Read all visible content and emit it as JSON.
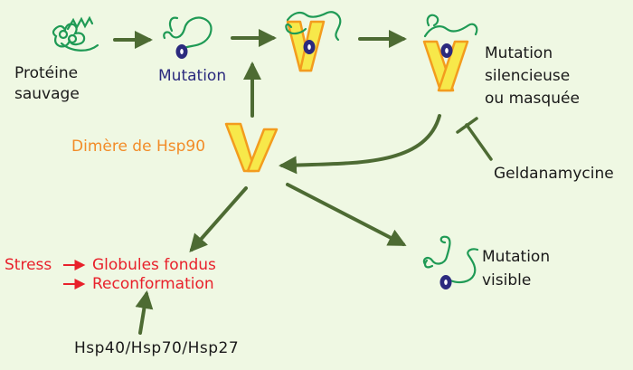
{
  "labels": {
    "wild_protein_line1": "Protéine",
    "wild_protein_line2": "sauvage",
    "mutation": "Mutation",
    "hsp90_dimer": "Dimère de Hsp90",
    "silent_line1": "Mutation",
    "silent_line2": "silencieuse",
    "silent_line3": "ou masquée",
    "geldanamycin": "Geldanamycine",
    "stress": "Stress",
    "molten_globules": "Globules fondus",
    "refolding": "Reconformation",
    "chaperones": "Hsp40/Hsp70/Hsp27",
    "visible_line1": "Mutation",
    "visible_line2": "visible"
  },
  "colors": {
    "background": "#EFF8E3",
    "arrow": "#4D6B33",
    "protein_chain": "#1F9A55",
    "hsp90_fill": "#F7E84A",
    "hsp90_stroke": "#F39C1E",
    "mutation_site": "#2B2A7E",
    "stress_text": "#E8212B"
  },
  "icons": [
    "protein-coil-icon",
    "mutated-protein-icon",
    "hsp90-dimer-icon",
    "mutation-site-icon",
    "inhibition-bar-icon"
  ]
}
